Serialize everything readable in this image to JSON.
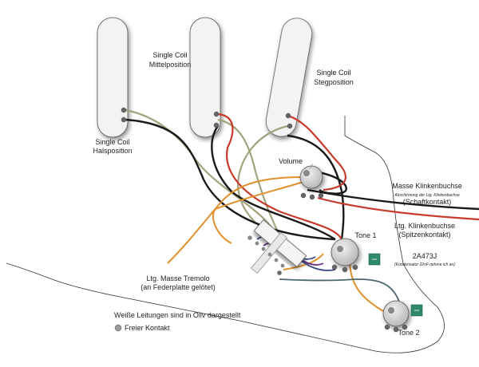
{
  "labels": {
    "pickup_neck_line1": "Single Coil",
    "pickup_neck_line2": "Halsposition",
    "pickup_middle_line1": "Single Coil",
    "pickup_middle_line2": "Mittelposition",
    "pickup_bridge_line1": "Single Coil",
    "pickup_bridge_line2": "Stegposition",
    "volume": "Volume",
    "tone1": "Tone 1",
    "tone2": "Tone 2",
    "jack_ground_title": "Masse Klinkenbuchse",
    "jack_ground_note": "Abschirmung der Ltg. Klinkenbuchse",
    "jack_ground_sub": "(Schaftkontakt)",
    "jack_signal_title": "Ltg. Klinkenbuchse",
    "jack_signal_sub": "(Spitzenkontakt)",
    "capacitor_title": "2A473J",
    "capacitor_note": "(Kondensator 22nF nehme ich an)",
    "tremolo_line1": "Ltg. Masse Tremolo",
    "tremolo_line2": "(an Federplatte gelötet)",
    "legend_olive": "Weiße Leitungen sind in Oliv dargestellt",
    "legend_free_contact": "Freier Kontakt"
  },
  "colors": {
    "wire_olive": "#a3a27c",
    "wire_black": "#1a1a1a",
    "wire_red": "#c83a2c",
    "wire_orange": "#e0902c",
    "wire_blue": "#3c4d8c",
    "wire_purple": "#6a2d7e",
    "wire_teal": "#4c6a70",
    "pickup_fill": "#f3f3f3",
    "pot_fill": "#c9c9c9",
    "capacitor": "#2f8a6a",
    "contact_gray": "#999999"
  }
}
